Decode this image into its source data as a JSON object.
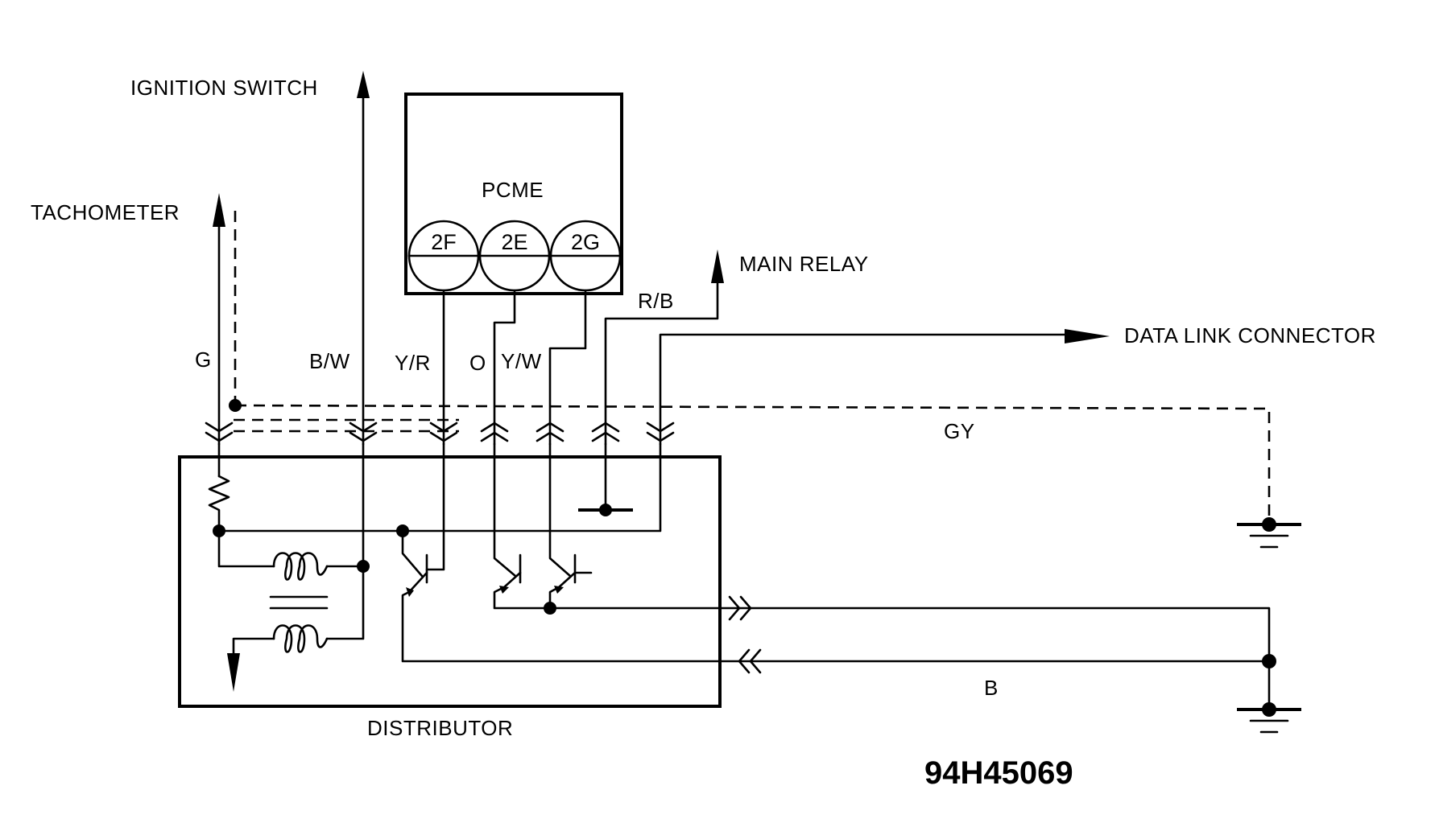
{
  "labels": {
    "ignition_switch": "IGNITION SWITCH",
    "tachometer": "TACHOMETER",
    "pcme": "PCME",
    "main_relay": "MAIN RELAY",
    "data_link_connector": "DATA LINK CONNECTOR",
    "distributor": "DISTRIBUTOR",
    "figure_code": "94H45069"
  },
  "pins": [
    "2F",
    "2E",
    "2G"
  ],
  "wires": {
    "g": "G",
    "bw": "B/W",
    "yr": "Y/R",
    "o": "O",
    "yw": "Y/W",
    "rb": "R/B",
    "gy": "GY",
    "b": "B"
  }
}
